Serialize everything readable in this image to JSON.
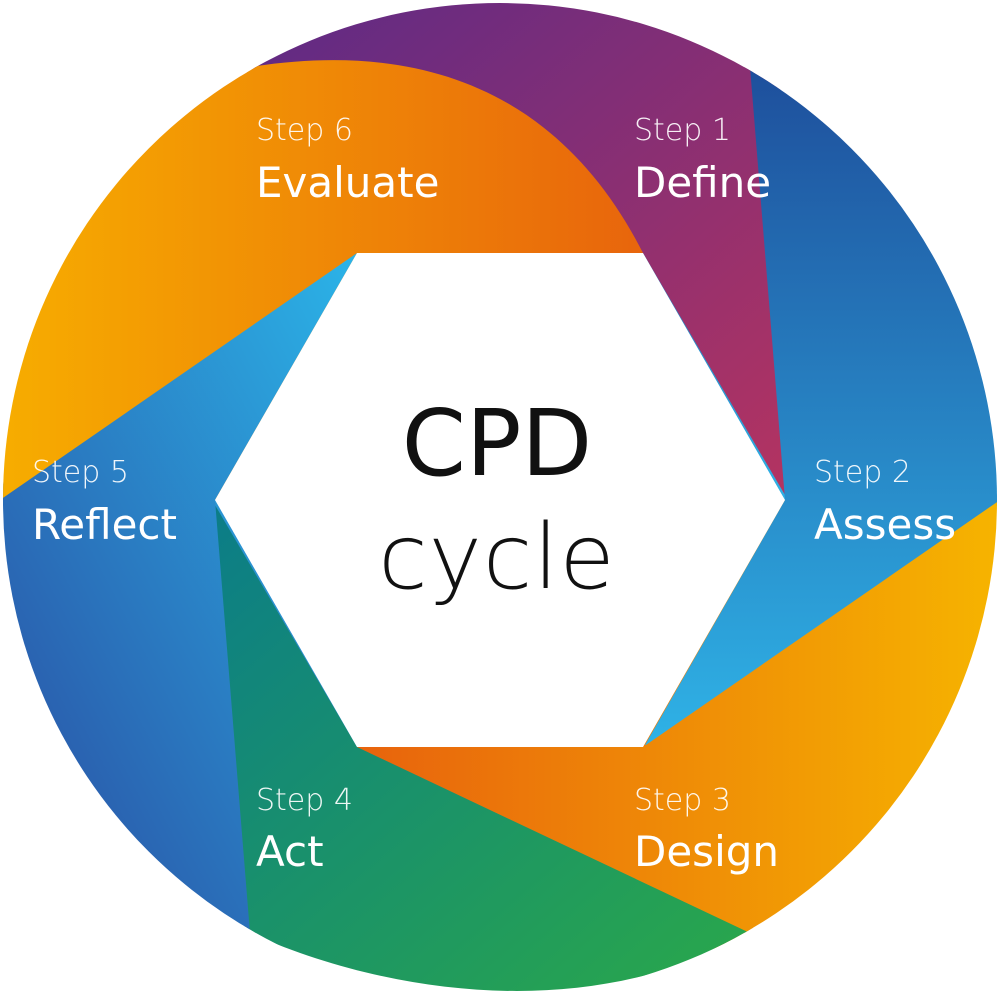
{
  "center": {
    "title": "CPD",
    "subtitle": "cycle"
  },
  "steps": [
    {
      "number": "Step 1",
      "title": "Define"
    },
    {
      "number": "Step 2",
      "title": "Assess"
    },
    {
      "number": "Step 3",
      "title": "Design"
    },
    {
      "number": "Step 4",
      "title": "Act"
    },
    {
      "number": "Step 5",
      "title": "Reflect"
    },
    {
      "number": "Step 6",
      "title": "Evaluate"
    }
  ],
  "colors": {
    "define": [
      "#5c2a86",
      "#b8345f"
    ],
    "assess": [
      "#1e4f9c",
      "#2fb2e6"
    ],
    "design": [
      "#e8630d",
      "#f6b400"
    ],
    "act": [
      "#0a7b8a",
      "#2aa84a"
    ],
    "reflect": [
      "#2a4aa0",
      "#2bb4e8"
    ],
    "evaluate": [
      "#f7ad00",
      "#e8650c"
    ]
  }
}
